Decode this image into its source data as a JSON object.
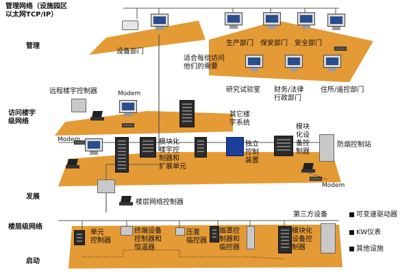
{
  "labels": {
    "mgmt_network": "管理网络（设施园区\n以太网TCP/IP）",
    "mgmt": "管理",
    "equipment_dept": "设备部门",
    "production_dept": "生产部门",
    "security_dept1": "保安部门",
    "security_dept2": "安全部门",
    "visitor_needs": "适合每组访问\n他们的需要",
    "research_lab": "研究试验室",
    "finance_legal": "财务/法律\n行政部门",
    "residence_remote": "住所/遥控部门",
    "remote_bldg_ctrl": "远程楼宇控制器",
    "modem_top": "Modem",
    "access_bldg_net": "访问楼宇\n级网络",
    "other_bldg_sys": "其它楼\n宇系统",
    "modem_left": "Modem",
    "modular_bldg_ctrl": "模块化\n楼宇控\n制器和\n扩展单元",
    "independent_ctrl": "独立\n控制\n装置",
    "modular_equip_ctrl": "模块\n化设\n备控\n制器",
    "smoke_station": "防烟控制站",
    "modem_right": "Modem",
    "develop": "发展",
    "floor_net_ctrl": "楼层网络控制器",
    "third_party": "第三方设备",
    "floor_net": "楼层级网络",
    "unit_ctrl": "单元\n控制器",
    "terminal_ctrl": "终端设备\n控制器和\n恒温器",
    "pressure_ctrl": "压差\n临控器",
    "fume_ctrl": "烟罩控\n制器和\n临控器",
    "modular_equip_ctrl2": "模块化\n设备控\n制器",
    "startup": "启动"
  },
  "legend": [
    "可变速驱动器",
    "KW仪表",
    "其他设施"
  ],
  "colors": {
    "floor_fill": "#e49a35",
    "floor_shadow": "#c77a1c",
    "line": "#555555"
  },
  "icons": {
    "monitor": "monitor-icon",
    "printer": "printer-icon",
    "laptop": "laptop-icon",
    "modem": "modem-icon",
    "rack": "controller-rack-icon"
  }
}
